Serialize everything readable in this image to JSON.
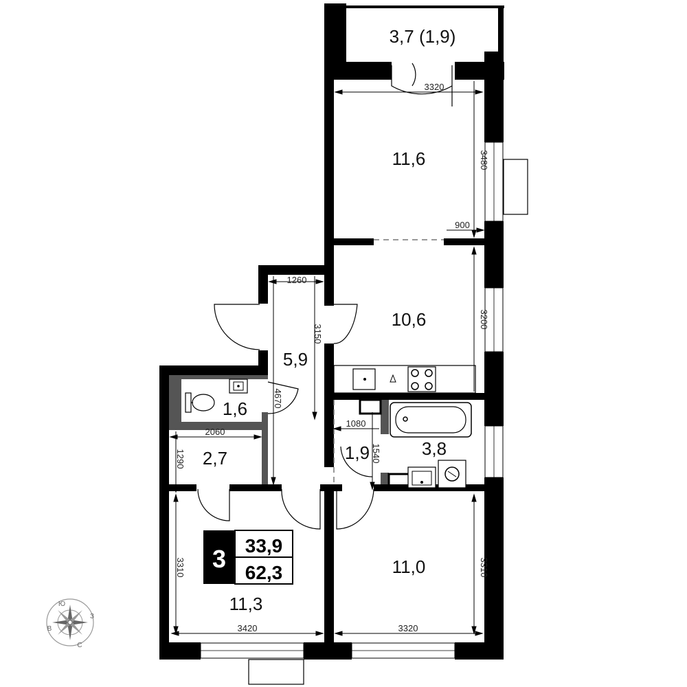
{
  "rooms": {
    "balcony": "3,7 (1,9)",
    "bedroom_top": "11,6",
    "kitchen": "10,6",
    "hall": "5,9",
    "wc": "1,6",
    "storage": "2,7",
    "corridor": "1,9",
    "bathroom": "3,8",
    "bedroom_left": "11,3",
    "bedroom_right": "11,0"
  },
  "dimensions": {
    "d3320_top": "3320",
    "d3480": "3480",
    "d900": "900",
    "d1260": "1260",
    "d3150": "3150",
    "d3200": "3200",
    "d4670": "4670",
    "d2060": "2060",
    "d1290": "1290",
    "d1080": "1080",
    "d1540": "1540",
    "d3310_left": "3310",
    "d3310_right": "3310",
    "d3420": "3420",
    "d3320_bottom": "3320"
  },
  "summary": {
    "rooms_count": "3",
    "living_area": "33,9",
    "total_area": "62,3"
  },
  "compass": {
    "north": "Ю",
    "east": "З",
    "south": "С",
    "west": "В"
  }
}
